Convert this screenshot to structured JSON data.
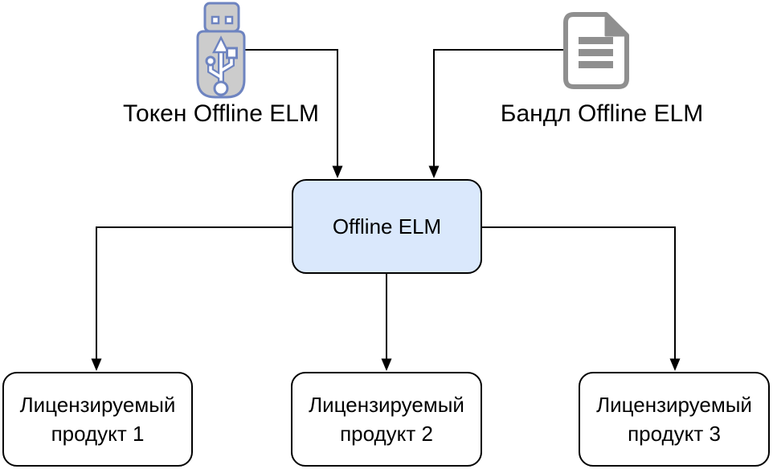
{
  "diagram": {
    "sources": [
      {
        "id": "token",
        "label": "Токен Offline ELM",
        "icon": "usb-flash-drive-icon"
      },
      {
        "id": "bundle",
        "label": "Бандл Offline ELM",
        "icon": "document-bundle-icon"
      }
    ],
    "center_node": {
      "label": "Offline ELM"
    },
    "products": [
      {
        "label": "Лицензируемый продукт 1"
      },
      {
        "label": "Лицензируемый продукт 2"
      },
      {
        "label": "Лицензируемый продукт 3"
      }
    ],
    "colors": {
      "canvas_bg": "#ffffff",
      "center_node_fill": "#dae8fc",
      "node_border": "#000000",
      "connector": "#000000",
      "text": "#000000",
      "usb_icon_accent": "#6e84c0",
      "usb_icon_fill": "#cccccc",
      "document_icon_gray": "#8f8f8f"
    }
  }
}
